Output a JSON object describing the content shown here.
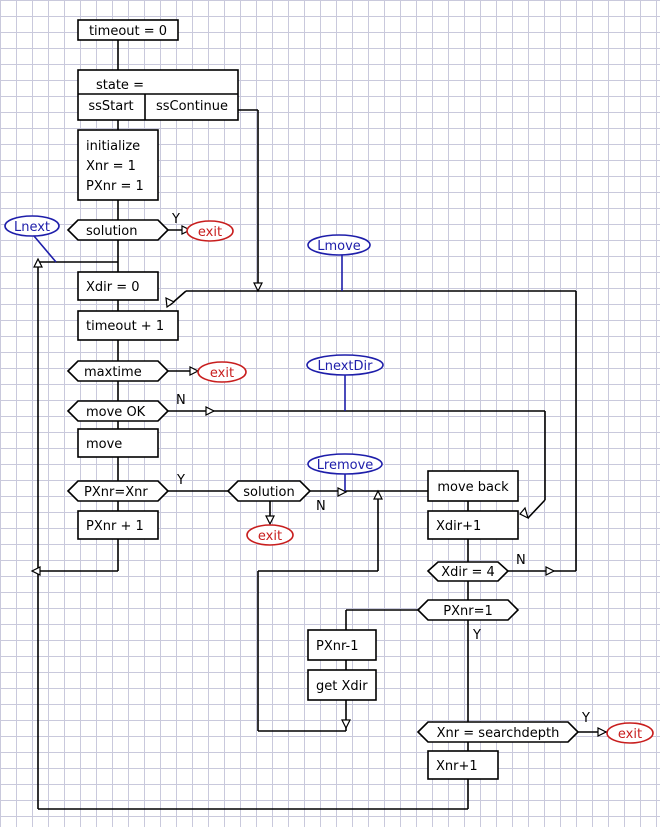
{
  "colors": {
    "exit": "#c81e1e",
    "jump_label": "#1e1eaa",
    "grid": "#c9c9dc"
  },
  "boxes": {
    "timeout_init": "timeout = 0",
    "state": "state =",
    "ss_start": "ssStart",
    "ss_continue": "ssContinue",
    "initialize": [
      "initialize",
      "Xnr = 1",
      "PXnr = 1"
    ],
    "xdir_zero": "Xdir = 0",
    "timeout_inc": "timeout + 1",
    "move": "move",
    "pxnr_inc": "PXnr + 1",
    "move_back": "move back",
    "xdir_inc": "Xdir+1",
    "pxnr_dec": "PXnr-1",
    "get_xdir": "get Xdir",
    "xnr_inc": "Xnr+1"
  },
  "decisions": {
    "solution1": "solution",
    "maxtime": "maxtime",
    "move_ok": "move OK",
    "pxnr_eq_xnr": "PXnr=Xnr",
    "solution2": "solution",
    "xdir_eq4": "Xdir = 4",
    "pxnr_eq1": "PXnr=1",
    "xnr_eq_depth": "Xnr = searchdepth"
  },
  "exits": [
    "exit",
    "exit",
    "exit",
    "exit"
  ],
  "jump_labels": {
    "lnext": "Lnext",
    "lmove": "Lmove",
    "lnextdir": "LnextDir",
    "lremove": "Lremove"
  },
  "branch_labels": {
    "y1": "Y",
    "n1": "N",
    "y2": "Y",
    "n2": "N",
    "n3": "N",
    "y3": "Y",
    "y4": "Y"
  }
}
